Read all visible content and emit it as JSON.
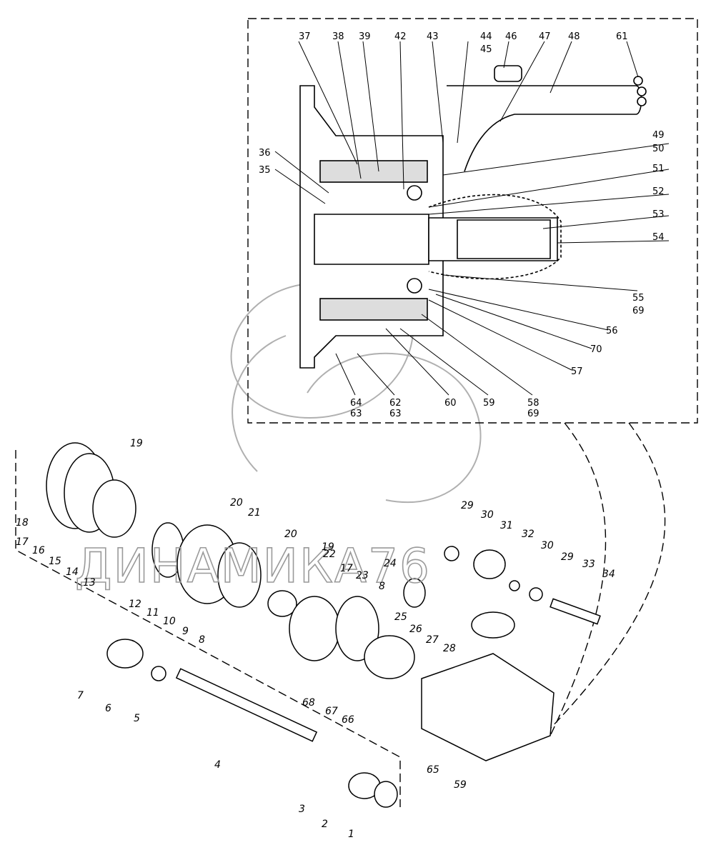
{
  "watermark": {
    "text": "ДИНАМИКА76",
    "mark": "swirl-logo"
  },
  "inset_labels": {
    "top": [
      "37",
      "38",
      "39",
      "42",
      "43",
      "44",
      "45",
      "46",
      "47",
      "48",
      "61"
    ],
    "right": [
      "49",
      "50",
      "51",
      "52",
      "53",
      "54",
      "55",
      "69",
      "56",
      "70",
      "57"
    ],
    "left": [
      "36",
      "35"
    ],
    "bottom": [
      "64",
      "63",
      "62",
      "63",
      "60",
      "59",
      "58",
      "69"
    ]
  },
  "main_labels": [
    "19",
    "18",
    "17",
    "16",
    "15",
    "14",
    "13",
    "12",
    "11",
    "10",
    "9",
    "8",
    "20",
    "21",
    "20",
    "19",
    "22",
    "17",
    "23",
    "8",
    "24",
    "25",
    "26",
    "27",
    "28",
    "29",
    "30",
    "31",
    "32",
    "30",
    "29",
    "33",
    "34",
    "7",
    "6",
    "5",
    "4",
    "3",
    "2",
    "1",
    "68",
    "67",
    "66",
    "65",
    "59"
  ],
  "colors": {
    "line": "#000000",
    "fill": "#ffffff",
    "watermark": "#9a9a9a"
  }
}
